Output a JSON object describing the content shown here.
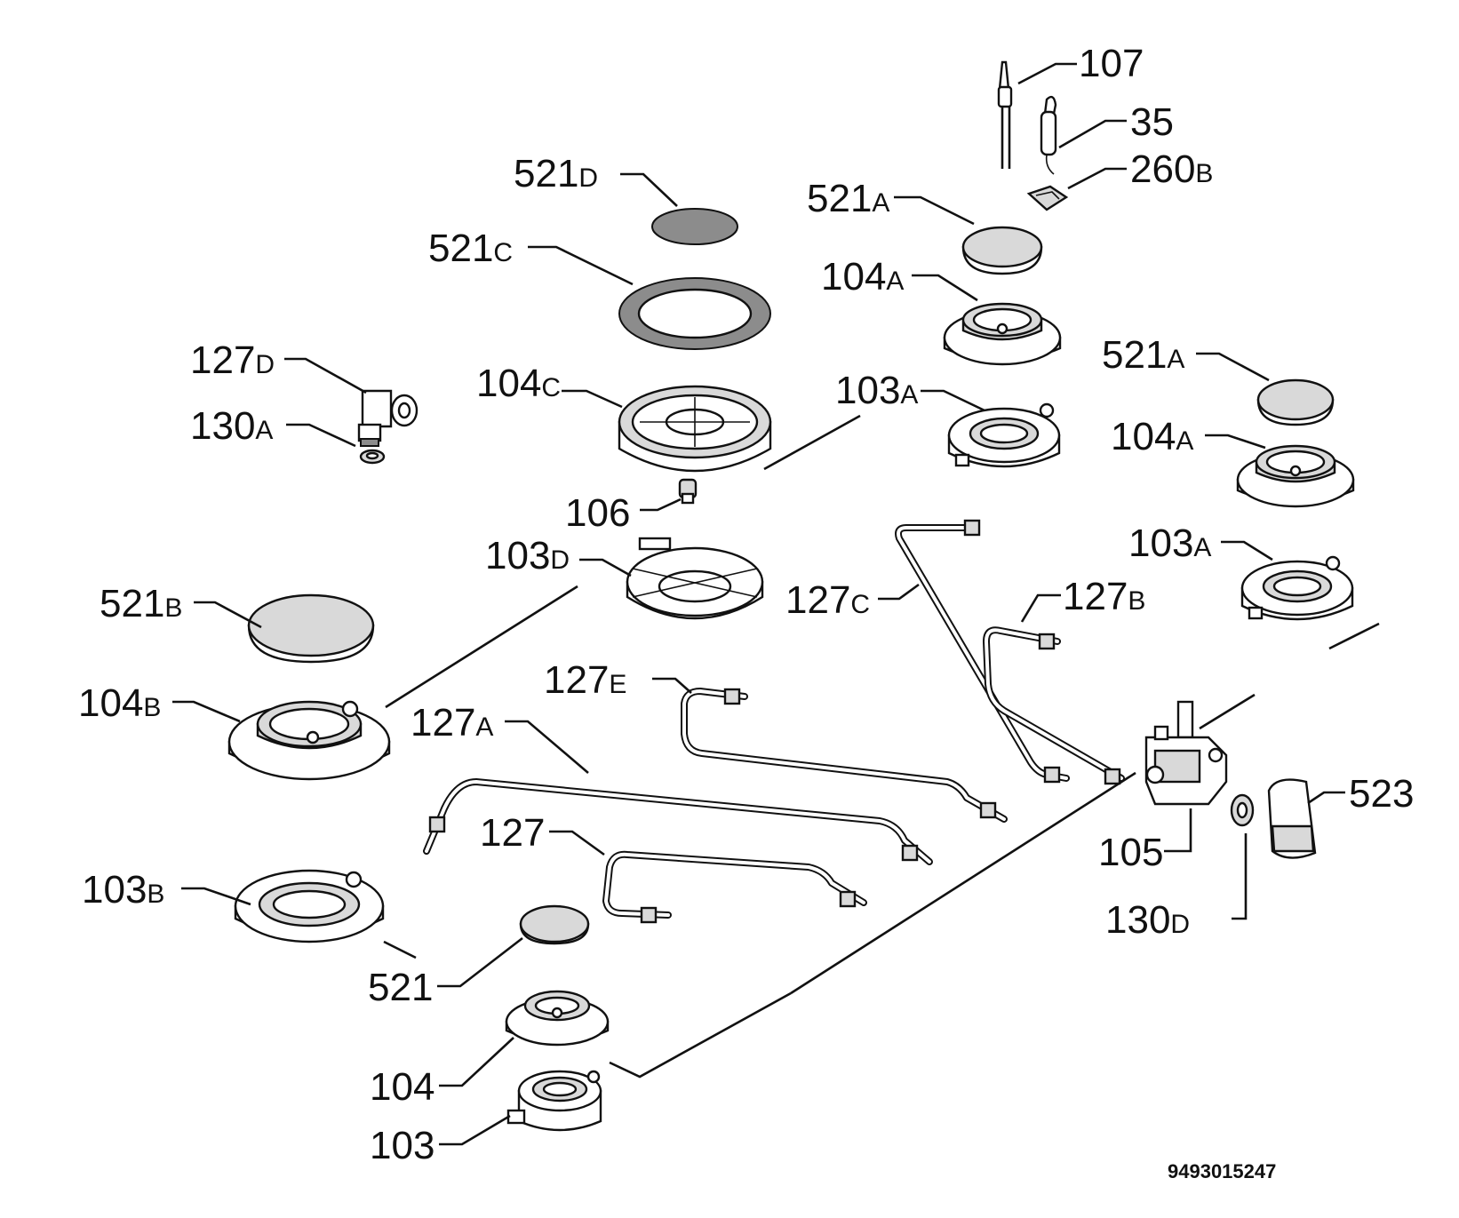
{
  "diagram": {
    "labels": {
      "p107": {
        "num": "107",
        "suf": ""
      },
      "p35": {
        "num": "35",
        "suf": ""
      },
      "p260b": {
        "num": "260",
        "suf": "B"
      },
      "p521d": {
        "num": "521",
        "suf": "D"
      },
      "p521a_1": {
        "num": "521",
        "suf": "A"
      },
      "p521c": {
        "num": "521",
        "suf": "C"
      },
      "p104a_1": {
        "num": "104",
        "suf": "A"
      },
      "p127d": {
        "num": "127",
        "suf": "D"
      },
      "p104c": {
        "num": "104",
        "suf": "C"
      },
      "p103a_1": {
        "num": "103",
        "suf": "A"
      },
      "p521a_2": {
        "num": "521",
        "suf": "A"
      },
      "p130a": {
        "num": "130",
        "suf": "A"
      },
      "p104a_2": {
        "num": "104",
        "suf": "A"
      },
      "p106": {
        "num": "106",
        "suf": ""
      },
      "p103d": {
        "num": "103",
        "suf": "D"
      },
      "p103a_2": {
        "num": "103",
        "suf": "A"
      },
      "p521b": {
        "num": "521",
        "suf": "B"
      },
      "p127c": {
        "num": "127",
        "suf": "C"
      },
      "p127b": {
        "num": "127",
        "suf": "B"
      },
      "p127e": {
        "num": "127",
        "suf": "E"
      },
      "p104b": {
        "num": "104",
        "suf": "B"
      },
      "p127a": {
        "num": "127",
        "suf": "A"
      },
      "p523": {
        "num": "523",
        "suf": ""
      },
      "p127": {
        "num": "127",
        "suf": ""
      },
      "p105": {
        "num": "105",
        "suf": ""
      },
      "p103b": {
        "num": "103",
        "suf": "B"
      },
      "p130d": {
        "num": "130",
        "suf": "D"
      },
      "p521": {
        "num": "521",
        "suf": ""
      },
      "p104": {
        "num": "104",
        "suf": ""
      },
      "p103": {
        "num": "103",
        "suf": ""
      }
    },
    "drawing_code": "9493015247"
  }
}
